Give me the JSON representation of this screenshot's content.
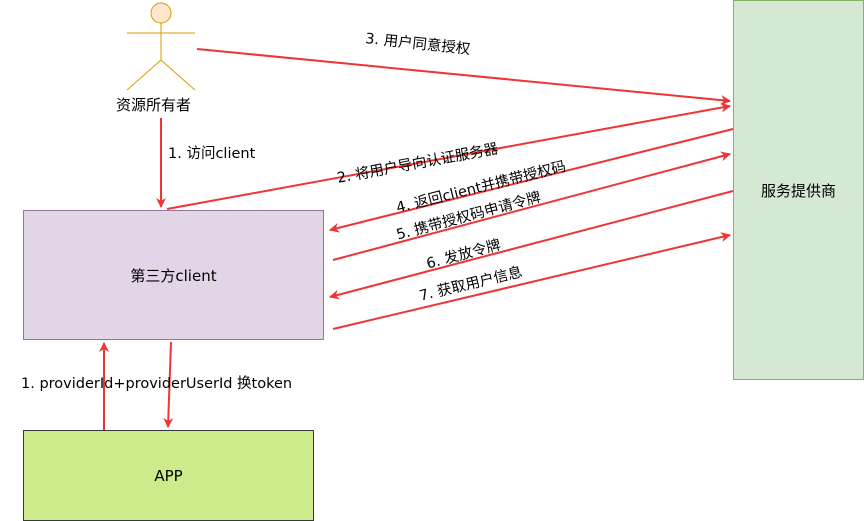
{
  "actor": {
    "label": "资源所有者"
  },
  "nodes": {
    "client": "第三方client",
    "provider": "服务提供商",
    "app": "APP"
  },
  "edges": {
    "e1_visit": "1. 访问client",
    "e2_redirect": "2. 将用户导向认证服务器",
    "e3_consent": "3. 用户同意授权",
    "e4_return_code": "4. 返回client并携带授权码",
    "e5_request_token": "5. 携带授权码申请令牌",
    "e6_issue_token": "6. 发放令牌",
    "e7_get_userinfo": "7. 获取用户信息",
    "app_exchange": "1. providerId+providerUserId 换token"
  },
  "colors": {
    "arrow": "#f03434",
    "client_fill": "#e1d5e7",
    "client_stroke": "#9673a6",
    "provider_fill": "#d5e8d4",
    "provider_stroke": "#82b366",
    "app_fill": "#cdeb8b",
    "app_stroke": "#36393d",
    "actor_fill": "#ffe6cc",
    "actor_stroke": "#d79b00"
  }
}
